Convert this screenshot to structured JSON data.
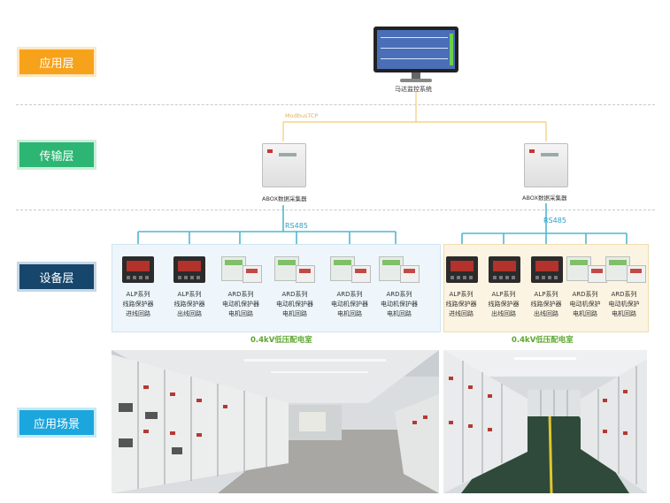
{
  "layers": {
    "application": "应用层",
    "transport": "传输层",
    "device": "设备层",
    "scenario": "应用场景"
  },
  "top": {
    "system_label": "马达监控系统",
    "protocol": "ModbusTCP"
  },
  "gateways": {
    "left_label": "ABOX数据采集器",
    "right_label": "ABOX数据采集器"
  },
  "buses": {
    "left": "RS485",
    "right": "RS485"
  },
  "devices_left": [
    {
      "series": "ALP系列",
      "type": "线路保护器",
      "loop": "进线回路"
    },
    {
      "series": "ALP系列",
      "type": "线路保护器",
      "loop": "出线回路"
    },
    {
      "series": "ARD系列",
      "type": "电动机保护器",
      "loop": "电机回路"
    },
    {
      "series": "ARD系列",
      "type": "电动机保护器",
      "loop": "电机回路"
    },
    {
      "series": "ARD系列",
      "type": "电动机保护器",
      "loop": "电机回路"
    },
    {
      "series": "ARD系列",
      "type": "电动机保护器",
      "loop": "电机回路"
    }
  ],
  "devices_right": [
    {
      "series": "ALP系列",
      "type": "线路保护器",
      "loop": "进线回路"
    },
    {
      "series": "ALP系列",
      "type": "线路保护器",
      "loop": "出线回路"
    },
    {
      "series": "ALP系列",
      "type": "线路保护器",
      "loop": "出线回路"
    },
    {
      "series": "ARD系列",
      "type": "电动机保护",
      "loop": "电机回路"
    },
    {
      "series": "ARD系列",
      "type": "电动机保护",
      "loop": "电机回路"
    }
  ],
  "rooms": {
    "left": "0.4kV低压配电室",
    "right": "0.4kV低压配电室"
  },
  "colors": {
    "application": "#f7a21b",
    "transport": "#2db574",
    "device": "#17466c",
    "scenario": "#1ba6dd",
    "bus_line": "#4fb7d4",
    "tcp_line": "#f5d28a",
    "room_text": "#5da62f"
  }
}
